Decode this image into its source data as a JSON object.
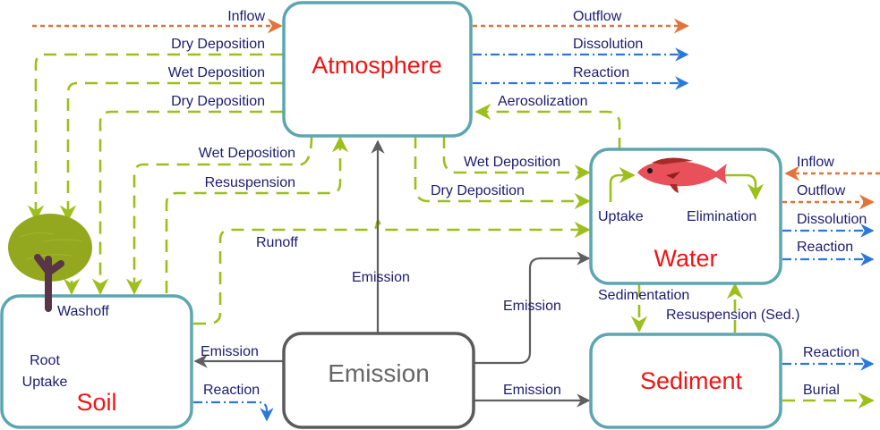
{
  "compartments": {
    "atmosphere": "Atmosphere",
    "water": "Water",
    "soil": "Soil",
    "sediment": "Sediment",
    "emission": "Emission"
  },
  "atmosphere_flows": {
    "inflow": "Inflow",
    "dry_deposition_1": "Dry Deposition",
    "wet_deposition_1": "Wet Deposition",
    "dry_deposition_2": "Dry Deposition",
    "outflow": "Outflow",
    "dissolution": "Dissolution",
    "reaction": "Reaction",
    "aerosolization": "Aerosolization",
    "wet_deposition_soil": "Wet Deposition",
    "resuspension": "Resuspension",
    "wet_deposition_water": "Wet Deposition",
    "dry_deposition_water": "Dry Deposition"
  },
  "soil_flows": {
    "runoff": "Runoff",
    "washoff": "Washoff",
    "root_uptake_line1": "Root",
    "root_uptake_line2": "Uptake",
    "reaction": "Reaction"
  },
  "water_flows": {
    "uptake": "Uptake",
    "elimination": "Elimination",
    "inflow": "Inflow",
    "outflow": "Outflow",
    "dissolution": "Dissolution",
    "reaction": "Reaction",
    "sedimentation": "Sedimentation",
    "resuspension_sed": "Resuspension (Sed.)"
  },
  "sediment_flows": {
    "reaction": "Reaction",
    "burial": "Burial"
  },
  "emission_flows": {
    "to_atmosphere": "Emission",
    "to_soil": "Emission",
    "to_water": "Emission",
    "to_sediment": "Emission"
  },
  "legend_colors": {
    "box_border": "#5ba6b0",
    "compartment_title": "#f01414",
    "intermedia_transfer": "#9cbf1c",
    "advection": "#e0743a",
    "reaction_loss": "#2d78d6",
    "emission": "#5f5f5f",
    "label_text": "#1c1c6e"
  },
  "icons": {
    "tree": "tree-icon",
    "fish": "fish-icon"
  }
}
